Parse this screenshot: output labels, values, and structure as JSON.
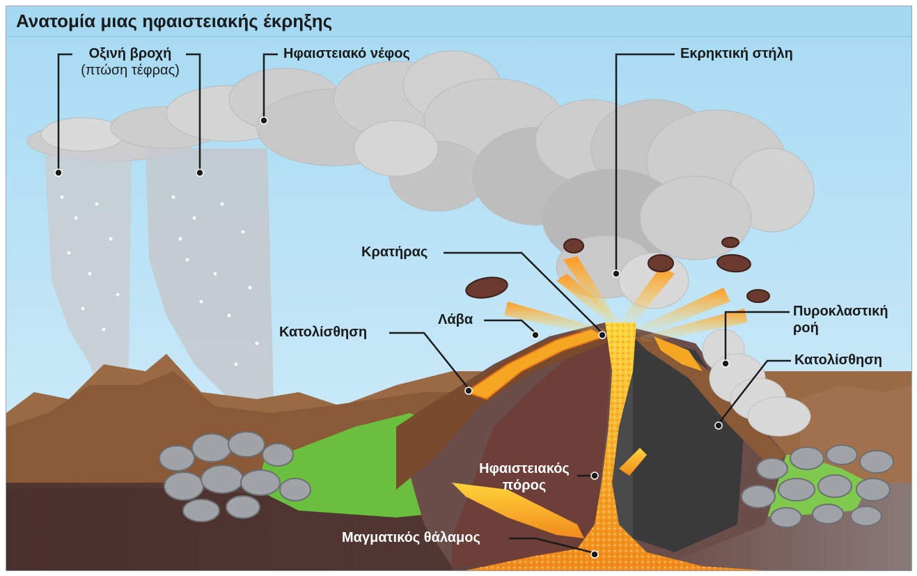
{
  "title": "Ανατομία μιας ηφαιστειακής έκρηξης",
  "colors": {
    "sky": "#a5d9f2",
    "ground": "#7a4a2e",
    "magma": "#f5a623",
    "lava_hot": "#ffdd33",
    "grass": "#6abf3e",
    "rock": "#a0a4a8",
    "cloud": "#cfcfcf",
    "underground": "#5a3a35"
  },
  "labels": {
    "acid_rain": "Οξινή βροχή",
    "acid_rain_sub": "(πτώση τέφρας)",
    "volcanic_cloud": "Ηφαιστειακό νέφος",
    "eruption_column": "Εκρηκτική στήλη",
    "crater": "Κρατήρας",
    "lava": "Λάβα",
    "landslide_left": "Κατολίσθηση",
    "pyroclastic_flow_1": "Πυροκλαστική",
    "pyroclastic_flow_2": "ροή",
    "landslide_right": "Κατολίσθηση",
    "volcanic_vent_1": "Ηφαιστειακός",
    "volcanic_vent_2": "πόρος",
    "magma_chamber": "Μαγματικός θάλαμος"
  },
  "icons": [
    "cloud-icon",
    "rain-drop-icon",
    "rock-boulder-icon",
    "lava-bomb-icon"
  ]
}
